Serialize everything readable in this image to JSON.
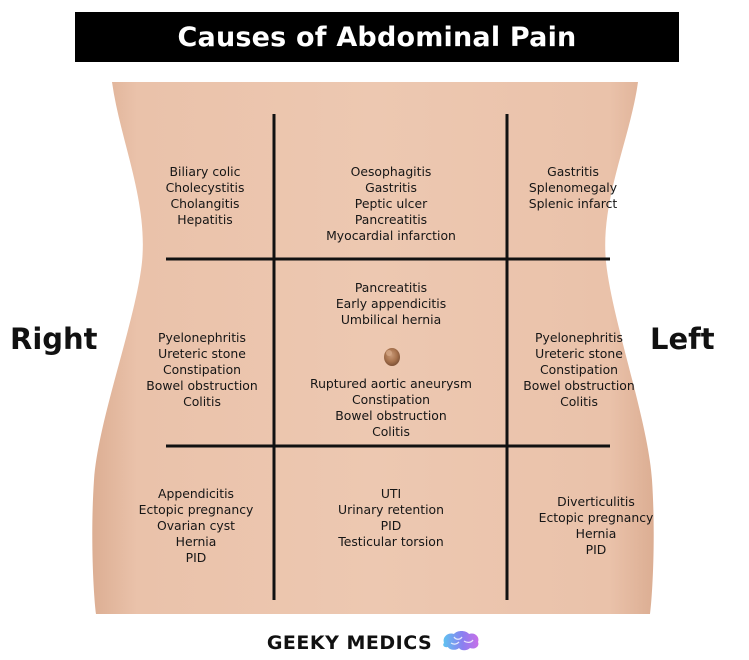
{
  "title": "Causes of Abdominal Pain",
  "side_labels": {
    "right": "Right",
    "left": "Left"
  },
  "regions": {
    "right_hypochondrium": [
      "Biliary colic",
      "Cholecystitis",
      "Cholangitis",
      "Hepatitis"
    ],
    "epigastric": [
      "Oesophagitis",
      "Gastritis",
      "Peptic ulcer",
      "Pancreatitis",
      "Myocardial infarction"
    ],
    "left_hypochondrium": [
      "Gastritis",
      "Splenomegaly",
      "Splenic infarct"
    ],
    "right_lumbar": [
      "Pyelonephritis",
      "Ureteric stone",
      "Constipation",
      "Bowel obstruction",
      "Colitis"
    ],
    "umbilical_upper": [
      "Pancreatitis",
      "Early appendicitis",
      "Umbilical hernia"
    ],
    "umbilical_lower": [
      "Ruptured aortic aneurysm",
      "Constipation",
      "Bowel obstruction",
      "Colitis"
    ],
    "left_lumbar": [
      "Pyelonephritis",
      "Ureteric stone",
      "Constipation",
      "Bowel obstruction",
      "Colitis"
    ],
    "right_iliac": [
      "Appendicitis",
      "Ectopic pregnancy",
      "Ovarian cyst",
      "Hernia",
      "PID"
    ],
    "hypogastric": [
      "UTI",
      "Urinary retention",
      "PID",
      "Testicular torsion"
    ],
    "left_iliac": [
      "Diverticulitis",
      "Ectopic pregnancy",
      "Hernia",
      "PID"
    ]
  },
  "brand": {
    "name": "GEEKY MEDICS",
    "icon": "brain-icon"
  },
  "colors": {
    "skin": "#ebc3ac",
    "skin_edge": "#d8a88e",
    "lines": "#111111",
    "navel": "#a8734e"
  }
}
